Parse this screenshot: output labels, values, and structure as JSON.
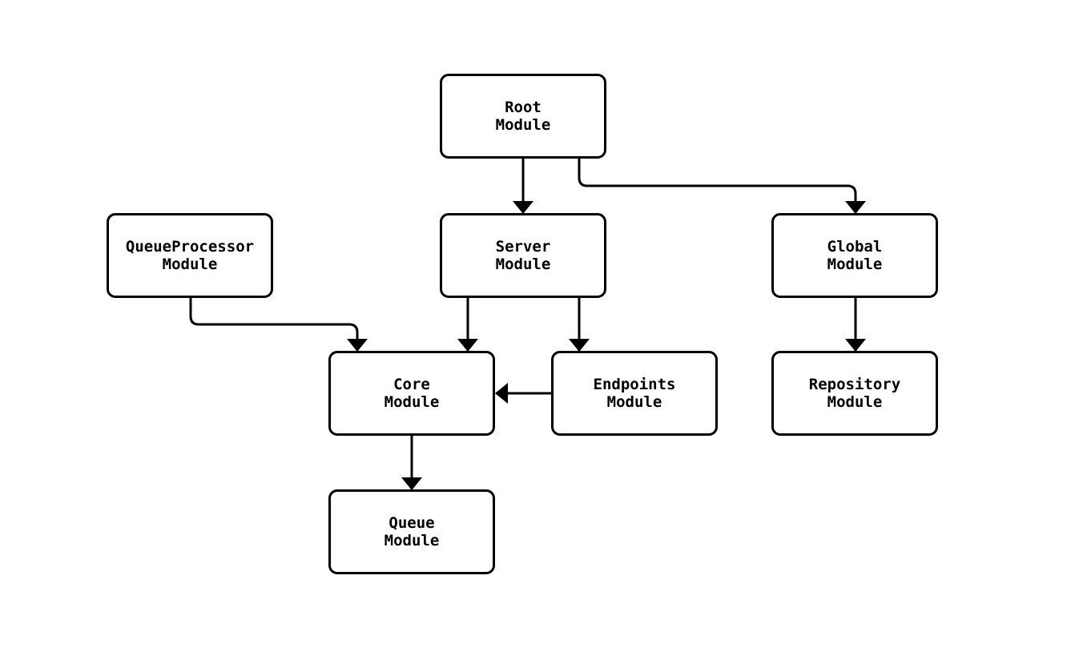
{
  "diagram": {
    "type": "flowchart",
    "background_color": "#ffffff",
    "node_fill_color": "#ffffff",
    "stroke_color": "#000000",
    "text_color": "#000000",
    "nodes": {
      "root": {
        "label": "Root\nModule"
      },
      "queueprocessor": {
        "label": "QueueProcessor\nModule"
      },
      "server": {
        "label": "Server\nModule"
      },
      "global": {
        "label": "Global\nModule"
      },
      "core": {
        "label": "Core\nModule"
      },
      "endpoints": {
        "label": "Endpoints\nModule"
      },
      "repository": {
        "label": "Repository\nModule"
      },
      "queue": {
        "label": "Queue\nModule"
      }
    },
    "edges": [
      {
        "from": "Root Module",
        "to": "Server Module"
      },
      {
        "from": "Root Module",
        "to": "Global Module"
      },
      {
        "from": "QueueProcessor Module",
        "to": "Core Module"
      },
      {
        "from": "Server Module",
        "to": "Core Module"
      },
      {
        "from": "Server Module",
        "to": "Endpoints Module"
      },
      {
        "from": "Endpoints Module",
        "to": "Core Module"
      },
      {
        "from": "Global Module",
        "to": "Repository Module"
      },
      {
        "from": "Core Module",
        "to": "Queue Module"
      }
    ]
  }
}
